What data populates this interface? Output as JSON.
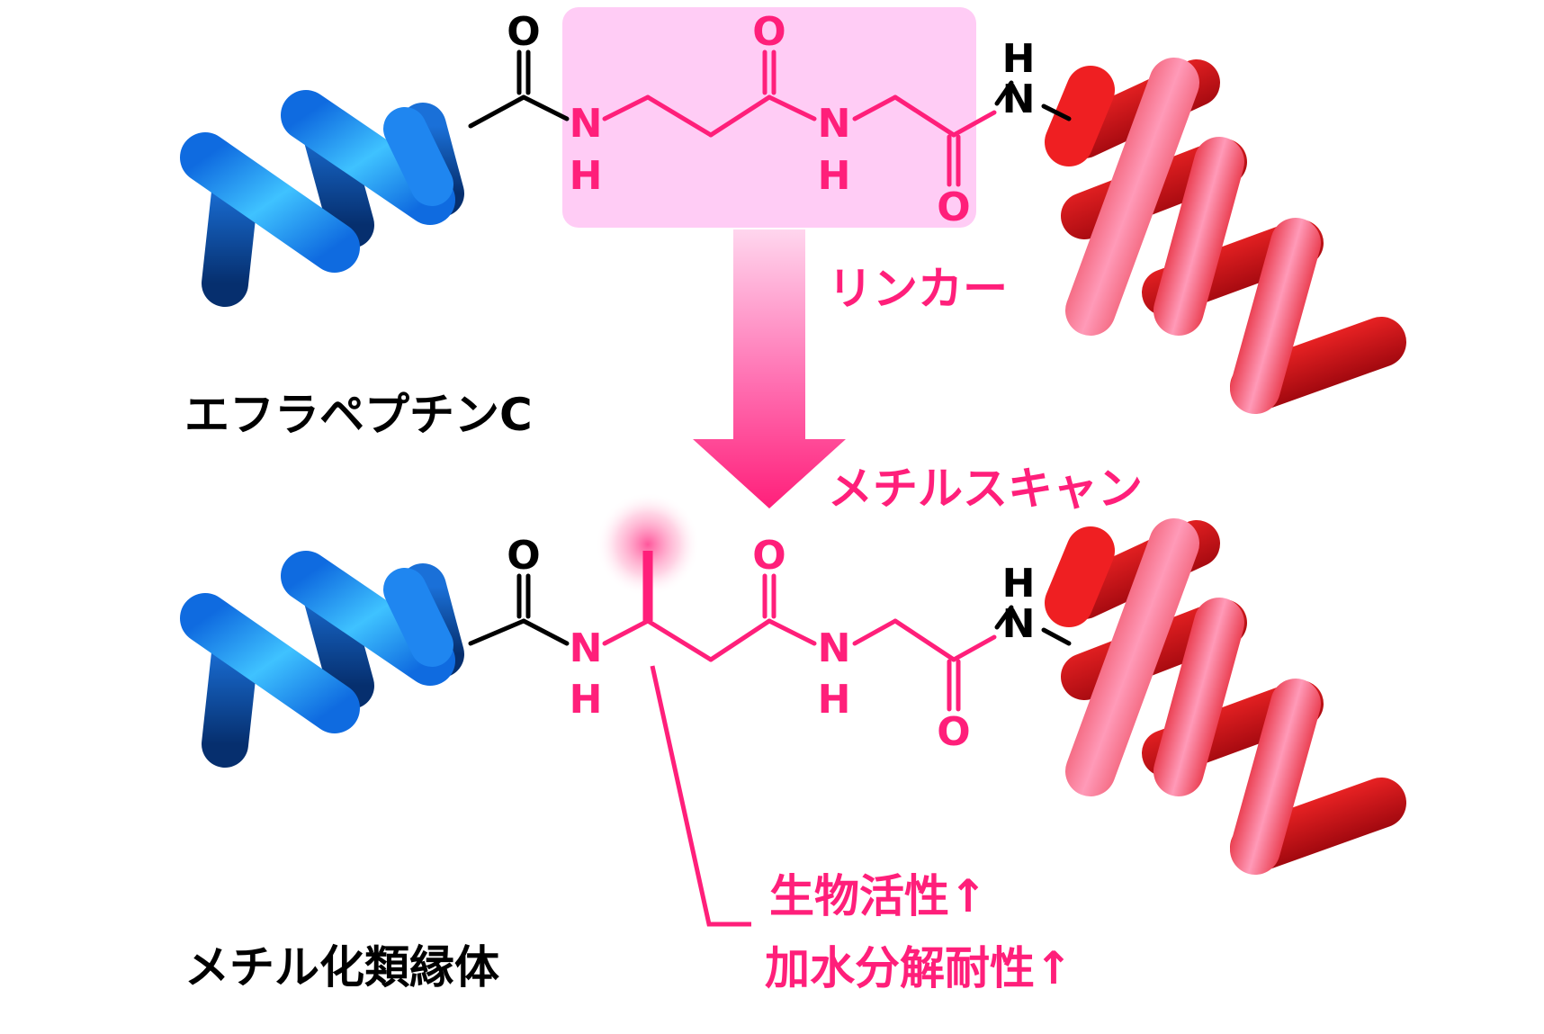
{
  "colors": {
    "accent": "#ff1f7a",
    "black": "#000000",
    "linker_box": "#ffccf5",
    "blue_helix": "#1f7fe6",
    "red_helix": "#e8141e"
  },
  "atoms": {
    "O": "O",
    "N": "N",
    "H": "H"
  },
  "labels": {
    "linker": "リンカー",
    "methyl_scan": "メチルスキャン",
    "original_name": "エフラペプチンC",
    "methylated_name": "メチル化類縁体",
    "bioactivity": "生物活性↑",
    "hydrolysis": "加水分解耐性↑"
  },
  "icons": [
    "blue-helix-icon",
    "red-helix-icon",
    "down-arrow-icon",
    "methyl-glow-icon"
  ]
}
